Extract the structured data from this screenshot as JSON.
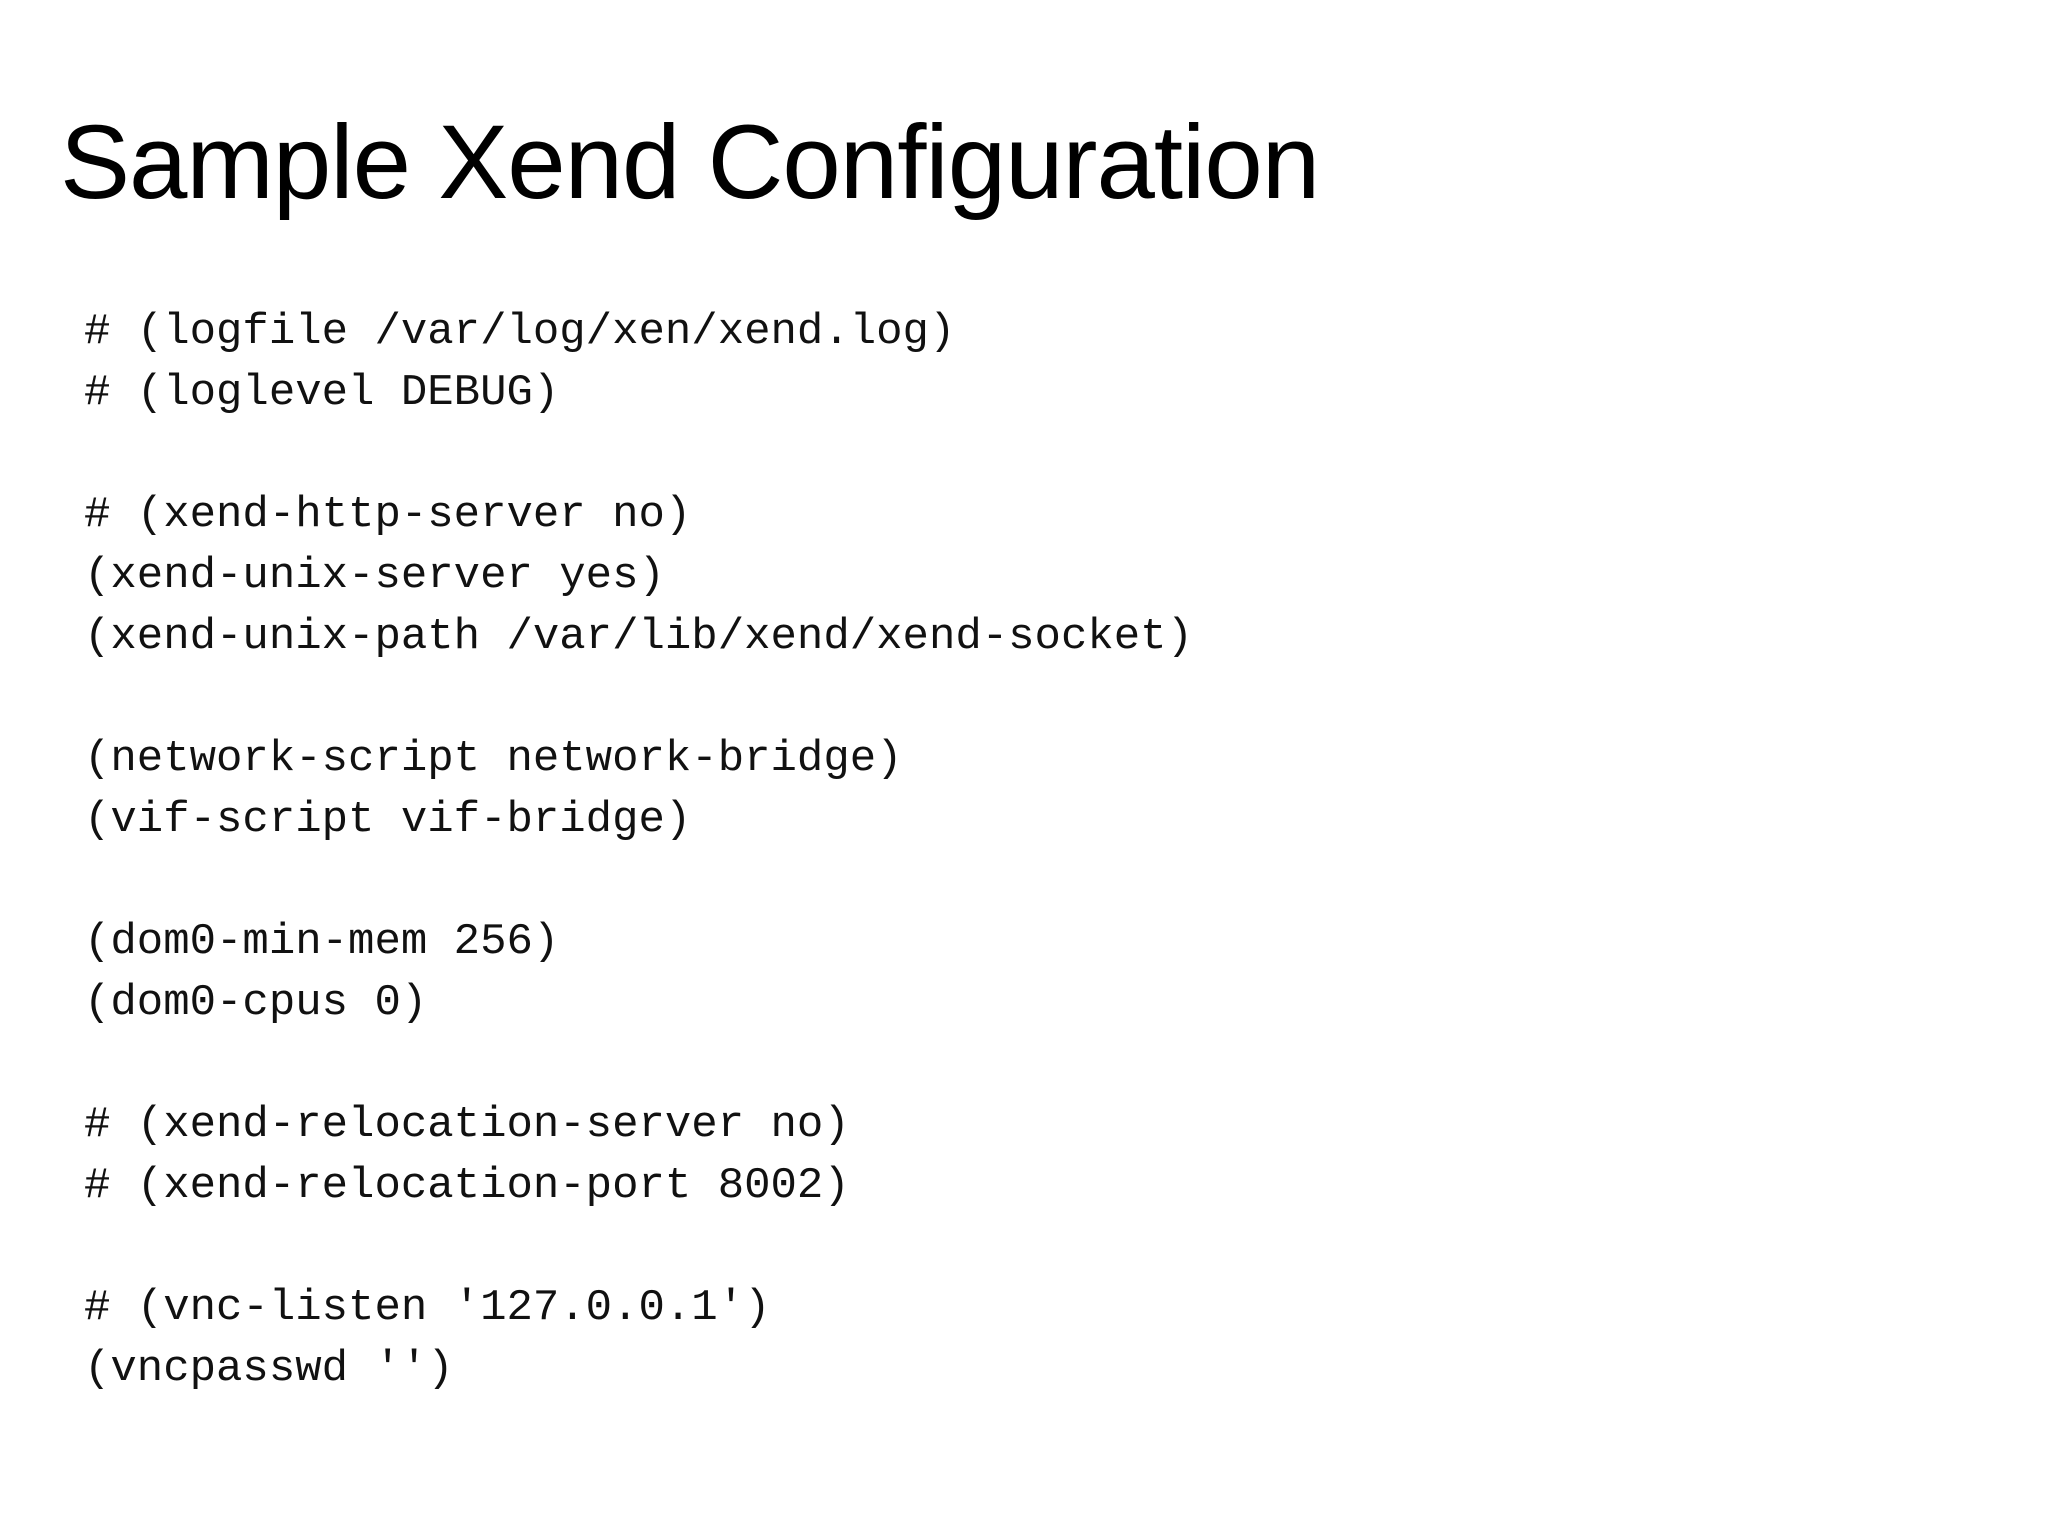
{
  "slide": {
    "title": "Sample Xend Configuration",
    "background_color": "#ffffff",
    "text_color": "#000000"
  },
  "code": {
    "language": "xend-config",
    "lines": [
      "# (logfile /var/log/xen/xend.log)",
      "# (loglevel DEBUG)",
      "",
      "# (xend-http-server no)",
      "(xend-unix-server yes)",
      "(xend-unix-path /var/lib/xend/xend-socket)",
      "",
      "(network-script network-bridge)",
      "(vif-script vif-bridge)",
      "",
      "(dom0-min-mem 256)",
      "(dom0-cpus 0)",
      "",
      "# (xend-relocation-server no)",
      "# (xend-relocation-port 8002)",
      "",
      "# (vnc-listen '127.0.0.1')",
      "(vncpasswd '')"
    ]
  }
}
